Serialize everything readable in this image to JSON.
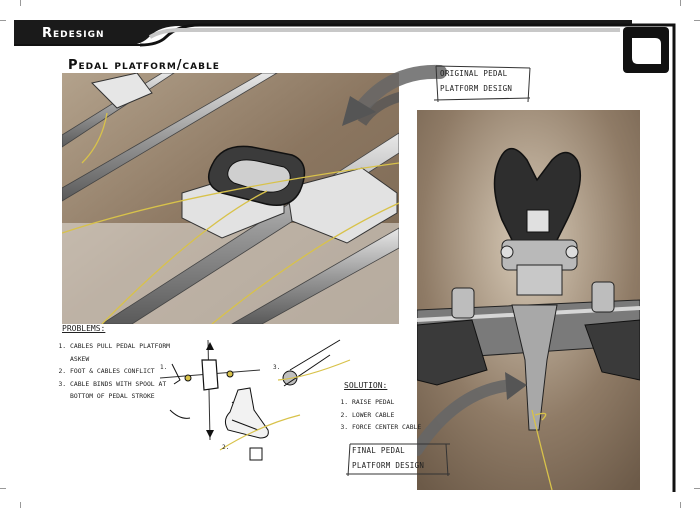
{
  "header": {
    "title": "Redesign"
  },
  "section_title": "Pedal platform/cable",
  "callouts": {
    "original": [
      "Original pedal",
      "platform design"
    ],
    "final": [
      "Final pedal",
      "platform design"
    ]
  },
  "problems": {
    "title": "Problems:",
    "items": [
      "Cables pull pedal platform askew",
      "Foot & cables conflict",
      "Cable binds with spool at bottom of pedal stroke"
    ]
  },
  "solution": {
    "title": "Solution:",
    "items": [
      "Raise pedal",
      "Lower cable",
      "Force center cable"
    ]
  },
  "sketch_labels": [
    "1.",
    "2.",
    "3."
  ],
  "colors": {
    "header_bar": "#111111",
    "photo_tone": "#8d7a66",
    "cable": "#d8c24a"
  }
}
